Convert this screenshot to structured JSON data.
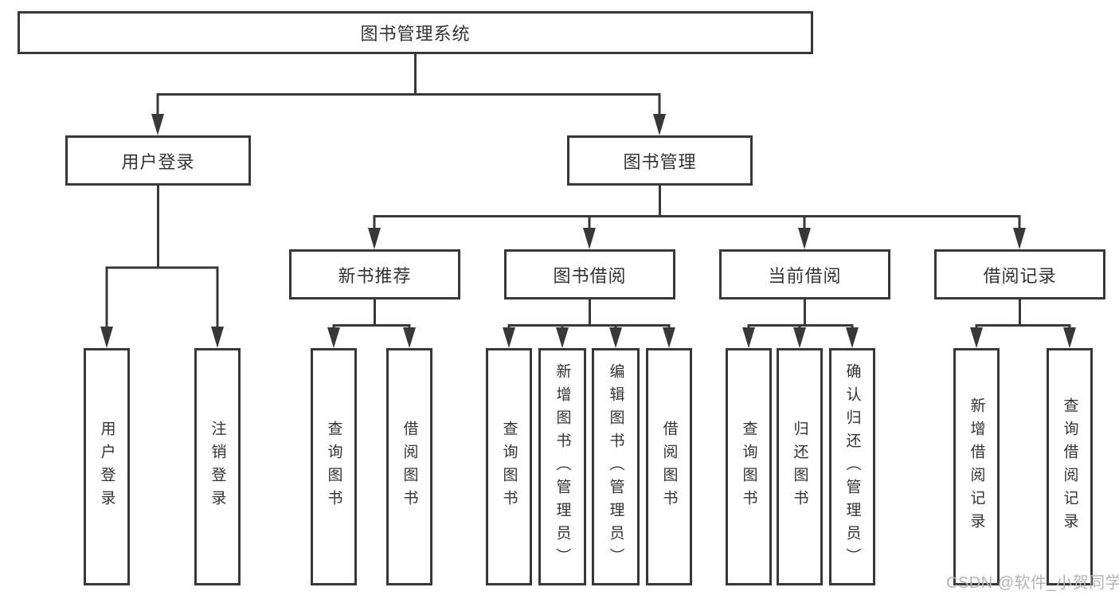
{
  "diagram": {
    "root": {
      "label": "图书管理系统"
    },
    "branches": [
      {
        "label": "用户登录",
        "children": [
          "用户登录",
          "注销登录"
        ]
      },
      {
        "label": "图书管理",
        "groups": [
          {
            "label": "新书推荐",
            "children": [
              "查询图书",
              "借阅图书"
            ]
          },
          {
            "label": "图书借阅",
            "children": [
              "查询图书",
              "新增图书（管理员）",
              "编辑图书（管理员）",
              "借阅图书"
            ]
          },
          {
            "label": "当前借阅",
            "children": [
              "查询图书",
              "归还图书",
              "确认归还（管理员）"
            ]
          },
          {
            "label": "借阅记录",
            "children": [
              "新增借阅记录",
              "查询借阅记录"
            ]
          }
        ]
      }
    ]
  },
  "watermark": {
    "text": "CSDN @软件_小贺同学"
  },
  "colors": {
    "line": "#383838",
    "text": "#333333",
    "watermark": "#b3b3b3",
    "background": "#ffffff"
  }
}
